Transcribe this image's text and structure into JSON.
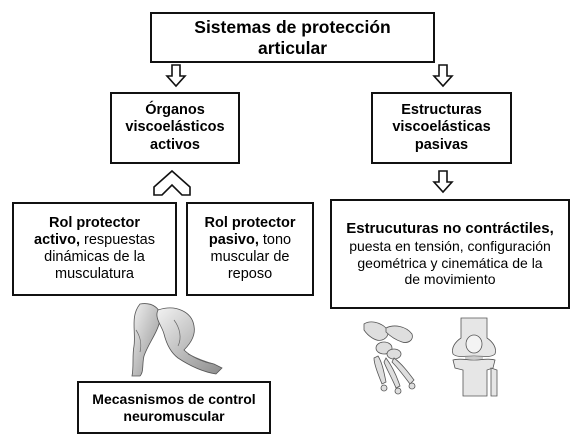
{
  "diagram": {
    "title": {
      "line1": "Sistemas de protección",
      "line2": "articular"
    },
    "organos": {
      "line1": "Órganos",
      "line2": "viscoelásticos",
      "line3": "activos"
    },
    "estructuras": {
      "line1": "Estructuras",
      "line2": "viscoelásticas",
      "line3": "pasivas"
    },
    "rol_activo": {
      "line1": "Rol protector",
      "line2_bold": "activo,",
      "line2_rest": " respuestas",
      "line3": "dinámicas de la",
      "line4": "musculatura"
    },
    "rol_pasivo": {
      "line1": "Rol protector",
      "line2_bold": "pasivo,",
      "line2_rest": " tono",
      "line3": "muscular de",
      "line4": "reposo"
    },
    "no_contractiles": {
      "line1": "Estrucuturas no contráctiles,",
      "line2": "puesta en tensión, configuración",
      "line3": "geométrica y cinemática de la",
      "line4": "de movimiento"
    },
    "mecanismos": {
      "line1": "Mecasnismos de control",
      "line2": "neuromuscular"
    }
  },
  "colors": {
    "border": "#111111",
    "text": "#000000",
    "arrow_fill": "#ffffff",
    "bone": "#d9d9d9"
  },
  "illustrations": [
    "leg-muscles-icon",
    "hand-bones-icon",
    "knee-joint-icon"
  ]
}
